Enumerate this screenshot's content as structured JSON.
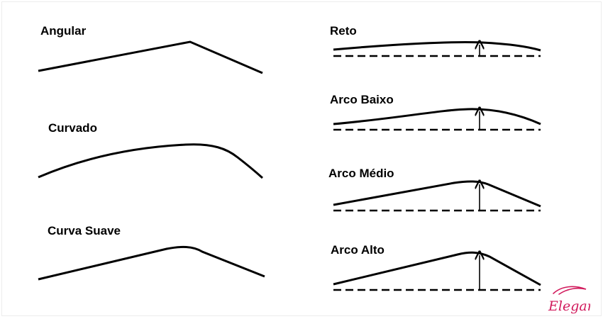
{
  "brow_shapes": {
    "angular": "Angular",
    "curvado": "Curvado",
    "curva_suave": "Curva Suave"
  },
  "arch_heights": {
    "reto": "Reto",
    "arco_baixo": "Arco Baixo",
    "arco_medio": "Arco Médio",
    "arco_alto": "Arco Alto"
  },
  "brand": {
    "name": "Elegant",
    "color": "#d11a5c"
  },
  "colors": {
    "line": "#000000",
    "background": "#ffffff"
  }
}
